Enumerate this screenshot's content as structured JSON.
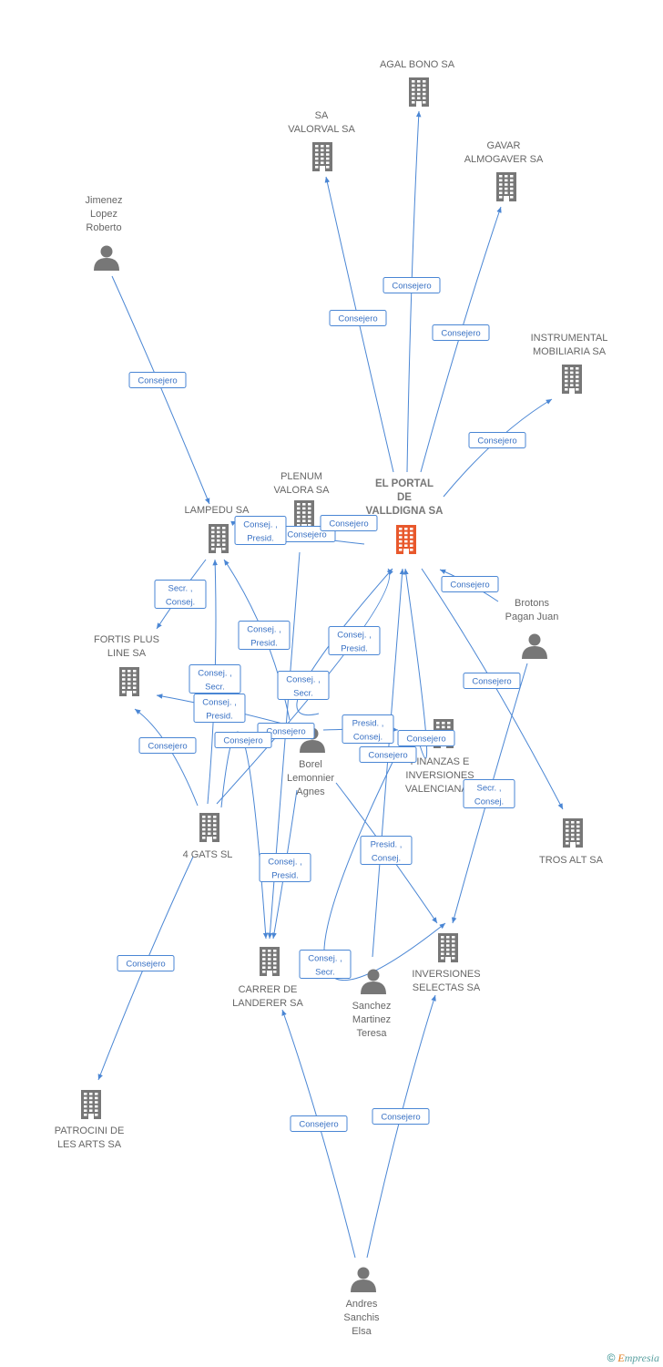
{
  "colors": {
    "edge": "#4a86d4",
    "node": "#777777",
    "main_node": "#e8582c",
    "label": "#666666"
  },
  "nodes": [
    {
      "id": "main",
      "type": "company",
      "main": true,
      "label": [
        "EL PORTAL",
        "DE",
        "VALLDIGNA SA"
      ]
    },
    {
      "id": "agal",
      "type": "company",
      "label": [
        "AGAL BONO SA"
      ]
    },
    {
      "id": "valorval",
      "type": "company",
      "label": [
        "SA",
        "VALORVAL SA"
      ]
    },
    {
      "id": "gavar",
      "type": "company",
      "label": [
        "GAVAR",
        "ALMOGAVER SA"
      ]
    },
    {
      "id": "instrumental",
      "type": "company",
      "label": [
        "INSTRUMENTAL",
        "MOBILIARIA SA"
      ]
    },
    {
      "id": "jimenez",
      "type": "person",
      "label": [
        "Jimenez",
        "Lopez",
        "Roberto"
      ]
    },
    {
      "id": "plenum",
      "type": "company",
      "label": [
        "PLENUM",
        "VALORA SA"
      ]
    },
    {
      "id": "lampedu",
      "type": "company",
      "label": [
        "LAMPEDU SA"
      ]
    },
    {
      "id": "brotons",
      "type": "person",
      "label": [
        "Brotons",
        "Pagan Juan"
      ]
    },
    {
      "id": "fortis",
      "type": "company",
      "label": [
        "FORTIS PLUS",
        "LINE SA"
      ]
    },
    {
      "id": "borel",
      "type": "person",
      "label": [
        "Borel",
        "Lemonnier",
        "Agnes"
      ]
    },
    {
      "id": "finanzas",
      "type": "company",
      "label": [
        "FINANZAS E",
        "INVERSIONES",
        "VALENCIANAS"
      ]
    },
    {
      "id": "gats",
      "type": "company",
      "label": [
        "4 GATS SL"
      ]
    },
    {
      "id": "tros",
      "type": "company",
      "label": [
        "TROS ALT SA"
      ]
    },
    {
      "id": "carrer",
      "type": "company",
      "label": [
        "CARRER DE",
        "LANDERER SA"
      ]
    },
    {
      "id": "sanchez",
      "type": "person",
      "label": [
        "Sanchez",
        "Martinez",
        "Teresa"
      ]
    },
    {
      "id": "inversiones",
      "type": "company",
      "label": [
        "INVERSIONES",
        "SELECTAS SA"
      ]
    },
    {
      "id": "patrocini",
      "type": "company",
      "label": [
        "PATROCINI DE",
        "LES ARTS SA"
      ]
    },
    {
      "id": "andres",
      "type": "person",
      "label": [
        "Andres",
        "Sanchis",
        "Elsa"
      ]
    }
  ],
  "edges": [
    {
      "from": "main",
      "to": "agal",
      "label": [
        "Consejero"
      ]
    },
    {
      "from": "main",
      "to": "valorval",
      "label": [
        "Consejero"
      ]
    },
    {
      "from": "main",
      "to": "gavar",
      "label": [
        "Consejero"
      ]
    },
    {
      "from": "main",
      "to": "instrumental",
      "label": [
        "Consejero"
      ]
    },
    {
      "from": "jimenez",
      "to": "lampedu",
      "label": [
        "Consejero"
      ]
    },
    {
      "from": "main",
      "to": "plenum",
      "label": [
        "Consejero"
      ]
    },
    {
      "from": "main",
      "to": "lampedu",
      "label": [
        "Consej. ,",
        "Presid."
      ]
    },
    {
      "from": "main",
      "to": "plenum",
      "label": [
        "Consejero"
      ]
    },
    {
      "from": "brotons",
      "to": "main",
      "label": [
        "Consejero"
      ]
    },
    {
      "from": "lampedu",
      "to": "fortis",
      "label": [
        "Secr. ,",
        "Consej."
      ]
    },
    {
      "from": "borel",
      "to": "lampedu",
      "label": [
        "Consej. ,",
        "Presid."
      ]
    },
    {
      "from": "gats",
      "to": "main",
      "label": [
        "Consej. ,",
        "Presid."
      ]
    },
    {
      "from": "gats",
      "to": "lampedu",
      "label": [
        "Consej. ,",
        "Secr."
      ]
    },
    {
      "from": "borel",
      "to": "main",
      "label": [
        "Consej. ,",
        "Secr."
      ]
    },
    {
      "from": "main",
      "to": "tros",
      "label": [
        "Consejero"
      ]
    },
    {
      "from": "borel",
      "to": "fortis",
      "label": [
        "Consej. ,",
        "Presid."
      ]
    },
    {
      "from": "gats",
      "to": "fortis",
      "label": [
        "Consejero"
      ]
    },
    {
      "from": "borel",
      "to": "finanzas",
      "label": [
        "Presid. ,",
        "Consej."
      ]
    },
    {
      "from": "main",
      "to": "carrer",
      "label": [
        "Consejero"
      ]
    },
    {
      "from": "gats",
      "to": "carrer",
      "label": [
        "Consejero"
      ]
    },
    {
      "from": "finanzas",
      "to": "main",
      "label": [
        "Consejero"
      ]
    },
    {
      "from": "sanchez",
      "to": "main",
      "label": [
        "Consejero"
      ]
    },
    {
      "from": "brotons",
      "to": "inversiones",
      "label": [
        "Secr. ,",
        "Consej."
      ]
    },
    {
      "from": "borel",
      "to": "carrer",
      "label": [
        "Consej. ,",
        "Presid."
      ]
    },
    {
      "from": "borel",
      "to": "inversiones",
      "label": [
        "Presid. ,",
        "Consej."
      ]
    },
    {
      "from": "gats",
      "to": "patrocini",
      "label": [
        "Consejero"
      ]
    },
    {
      "from": "sanchez",
      "to": "carrer",
      "label": [
        "Consej. ,",
        "Secr."
      ]
    },
    {
      "from": "andres",
      "to": "carrer",
      "label": [
        "Consejero"
      ]
    },
    {
      "from": "andres",
      "to": "inversiones",
      "label": [
        "Consejero"
      ]
    }
  ],
  "footer": {
    "copyright": "©",
    "brand_initial": "E",
    "brand_rest": "mpresia"
  }
}
